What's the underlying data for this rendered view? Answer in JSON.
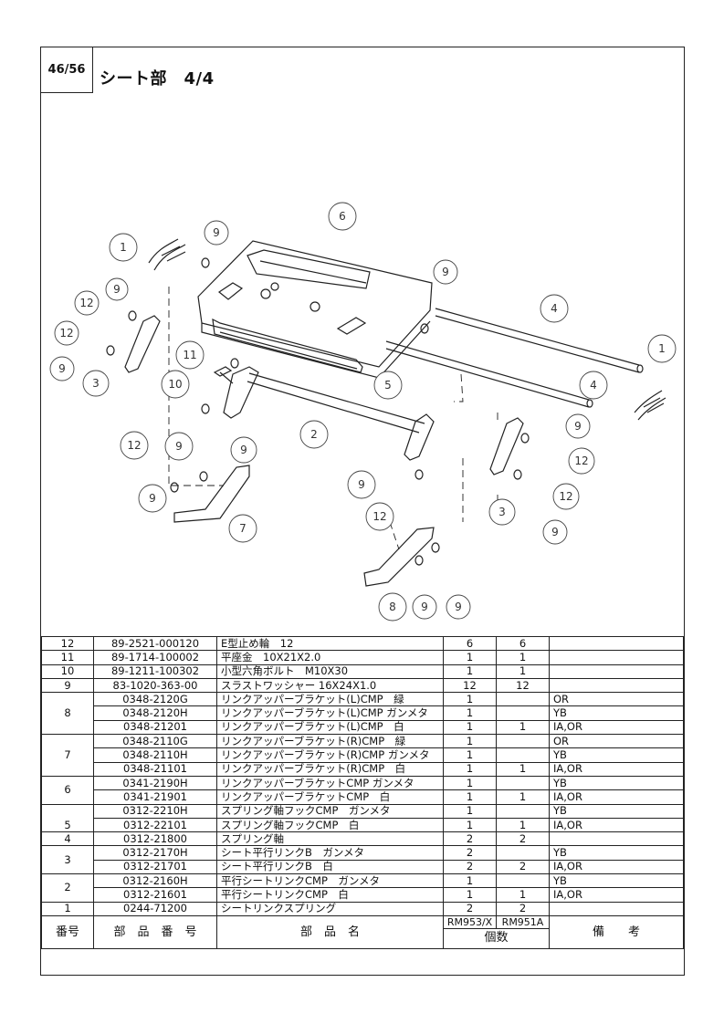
{
  "page": {
    "number": "46/56",
    "title": "シート部　4/4"
  },
  "diagram": {
    "callouts": [
      "6",
      "9",
      "1",
      "9",
      "12",
      "12",
      "9",
      "4",
      "1",
      "4",
      "11",
      "10",
      "5",
      "3",
      "2",
      "12",
      "9",
      "9",
      "9",
      "12",
      "12",
      "3",
      "9",
      "7",
      "8",
      "9",
      "9"
    ]
  },
  "table": {
    "headers": {
      "no": "番号",
      "part_no": "部　品　番　号",
      "name": "部　品　名",
      "qty1": "RM953/X",
      "qty2": "RM951A",
      "qty_label": "個数",
      "remarks": "備　　考"
    },
    "rows": [
      {
        "no": "12",
        "part": "89-2521-000120",
        "name": "E型止め輪　12",
        "q1": "6",
        "q2": "6",
        "rm": ""
      },
      {
        "no": "11",
        "part": "89-1714-100002",
        "name": "平座金　10X21X2.0",
        "q1": "1",
        "q2": "1",
        "rm": ""
      },
      {
        "no": "10",
        "part": "89-1211-100302",
        "name": "小型六角ボルト　M10X30",
        "q1": "1",
        "q2": "1",
        "rm": ""
      },
      {
        "no": "9",
        "part": "83-1020-363-00",
        "name": "スラストワッシャー 16X24X1.0",
        "q1": "12",
        "q2": "12",
        "rm": ""
      },
      {
        "no": "8",
        "part": "0348-2120G",
        "name": "リンクアッパーブラケット(L)CMP　緑",
        "q1": "1",
        "q2": "",
        "rm": "OR"
      },
      {
        "no": "",
        "part": "0348-2120H",
        "name": "リンクアッパーブラケット(L)CMP ガンメタ",
        "q1": "1",
        "q2": "",
        "rm": "YB"
      },
      {
        "no": "",
        "part": "0348-21201",
        "name": "リンクアッパーブラケット(L)CMP　白",
        "q1": "1",
        "q2": "1",
        "rm": "IA,OR"
      },
      {
        "no": "7",
        "part": "0348-2110G",
        "name": "リンクアッパーブラケット(R)CMP　緑",
        "q1": "1",
        "q2": "",
        "rm": "OR"
      },
      {
        "no": "",
        "part": "0348-2110H",
        "name": "リンクアッパーブラケット(R)CMP ガンメタ",
        "q1": "1",
        "q2": "",
        "rm": "YB"
      },
      {
        "no": "",
        "part": "0348-21101",
        "name": "リンクアッパーブラケット(R)CMP　白",
        "q1": "1",
        "q2": "1",
        "rm": "IA,OR"
      },
      {
        "no": "6",
        "part": "0341-2190H",
        "name": "リンクアッパーブラケットCMP ガンメタ",
        "q1": "1",
        "q2": "",
        "rm": "YB"
      },
      {
        "no": "",
        "part": "0341-21901",
        "name": "リンクアッパーブラケットCMP　白",
        "q1": "1",
        "q2": "1",
        "rm": "IA,OR"
      },
      {
        "no": "5",
        "part": "0312-2210H",
        "name": "スプリング軸フックCMP　ガンメタ",
        "q1": "1",
        "q2": "",
        "rm": "YB"
      },
      {
        "no": "",
        "part": "0312-22101",
        "name": "スプリング軸フックCMP　白",
        "q1": "1",
        "q2": "1",
        "rm": "IA,OR"
      },
      {
        "no": "4",
        "part": "0312-21800",
        "name": "スプリング軸",
        "q1": "2",
        "q2": "2",
        "rm": ""
      },
      {
        "no": "3",
        "part": "0312-2170H",
        "name": "シート平行リンクB　ガンメタ",
        "q1": "2",
        "q2": "",
        "rm": "YB"
      },
      {
        "no": "",
        "part": "0312-21701",
        "name": "シート平行リンクB　白",
        "q1": "2",
        "q2": "2",
        "rm": "IA,OR"
      },
      {
        "no": "2",
        "part": "0312-2160H",
        "name": "平行シートリンクCMP　ガンメタ",
        "q1": "1",
        "q2": "",
        "rm": "YB"
      },
      {
        "no": "",
        "part": "0312-21601",
        "name": "平行シートリンクCMP　白",
        "q1": "1",
        "q2": "1",
        "rm": "IA,OR"
      },
      {
        "no": "1",
        "part": "0244-71200",
        "name": "シートリンクスプリング",
        "q1": "2",
        "q2": "2",
        "rm": ""
      }
    ]
  }
}
